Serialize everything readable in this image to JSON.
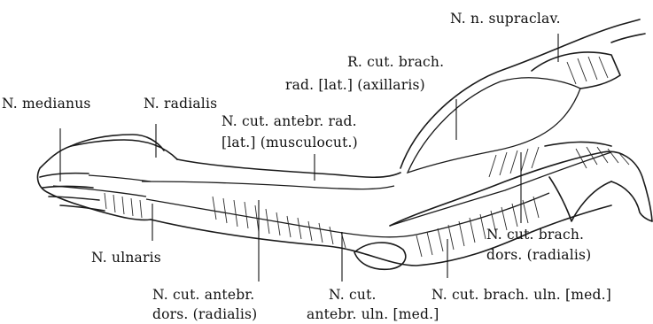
{
  "labels": {
    "supraclav": "N. n. supraclav.",
    "cut_brach_rad_line1": "R. cut. brach.",
    "cut_brach_rad_line2": "rad. [lat.] (axillaris)",
    "medianus": "N. medianus",
    "radialis": "N. radialis",
    "cut_antebr_rad_line1": "N. cut. antebr. rad.",
    "cut_antebr_rad_line2": "[lat.] (musculocut.)",
    "ulnaris": "N. ulnaris",
    "cut_brach_dors_line1": "N. cut. brach.",
    "cut_brach_dors_line2": "dors. (radialis)",
    "cut_antebr_dors_line1": "N. cut. antebr.",
    "cut_antebr_dors_line2": "dors. (radialis)",
    "cut_antebr_uln_line1": "N. cut.",
    "cut_antebr_uln_line2": "antebr. uln. [med.]",
    "cut_brach_uln": "N. cut. brach. uln. [med.]"
  }
}
